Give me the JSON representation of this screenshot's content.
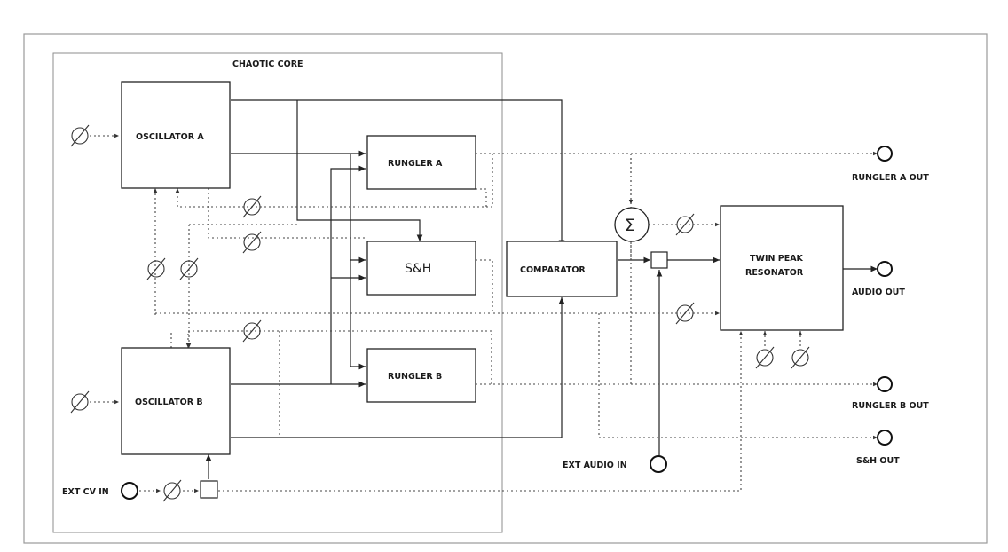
{
  "diagram": {
    "core_label": "CHAOTIC CORE",
    "blocks": {
      "osc_a": "OSCILLATOR A",
      "osc_b": "OSCILLATOR B",
      "rungler_a": "RUNGLER A",
      "sh": "S&H",
      "rungler_b": "RUNGLER B",
      "comparator": "COMPARATOR",
      "resonator_line1": "TWIN PEAK",
      "resonator_line2": "RESONATOR"
    },
    "outputs": {
      "rungler_a_out": "RUNGLER A OUT",
      "audio_out": "AUDIO OUT",
      "rungler_b_out": "RUNGLER B OUT",
      "sh_out": "S&H OUT"
    },
    "inputs": {
      "ext_audio_in": "EXT AUDIO IN",
      "ext_cv_in": "EXT CV IN"
    },
    "mixer_symbol": "Σ",
    "knob_symbol": "∅"
  }
}
